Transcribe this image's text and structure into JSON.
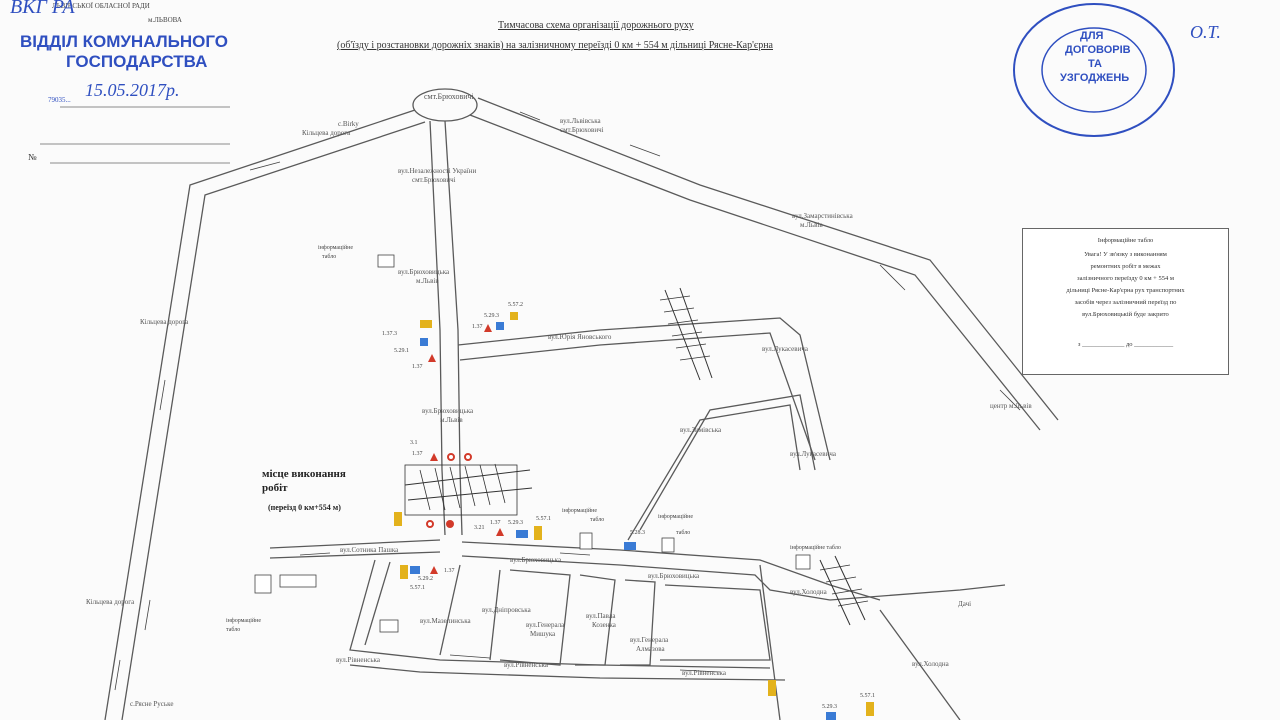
{
  "header": {
    "org_line1": "ЛЬВІВСЬКОЇ ОБЛАСНОЇ РАДИ",
    "org_line2": "м.ЛЬВОВА",
    "org_line3": "ВІДДІЛ КОМУНАЛЬНОГО",
    "org_line4": "ГОСПОДАРСТВА",
    "date_handwritten": "15.05.2017р.",
    "ref_line": "79035...",
    "number_label": "№ ",
    "handwritten_top": "ВКГ РА"
  },
  "title": {
    "line1": "Тимчасова схема організації дорожнього руху",
    "line2": "(об'їзду і розстановки дорожніх знаків) на залізничному переїзді 0 км + 554 м дільниці Рясне-Кар'єрна"
  },
  "stamp": {
    "center1": "ДЛЯ",
    "center2": "ДОГОВОРІВ",
    "center3": "ТА",
    "center4": "УЗГОДЖЕНЬ",
    "handwritten": "О.Т."
  },
  "streets": {
    "brukhovychi": "смт.Брюховичі",
    "birky": "с.Birky",
    "kiltseva_top": "Кільцева дорога",
    "nezalezhnosti": "вул.Незалежності України",
    "nezalezhnosti_sub": "смт.Брюховичі",
    "lvivska": "вул.Львівська",
    "lvivska_sub": "смт.Брюховичі",
    "brukhovytska_top": "вул.Брюховицька",
    "brukhovytska_top_sub": "м.Львів",
    "zamarstynivska": "вул.Замарстинівська",
    "zamarstynivska_sub": "м.Львів",
    "yuriya": "вул.Юрія Яновського",
    "lukasevycha": "вул.Лукасевича",
    "brukhovytska_mid": "вул.Брюховицька",
    "brukhovytska_mid_sub": "м.Львів",
    "zhovkivska": "вул.Зимівська",
    "lukasevycha2": "вул.Лукасевича",
    "kiltseva_left": "Кільцева дорога",
    "sotnyka": "вул.Сотника Пашка",
    "brukhovytska_low": "вул.Брюховицька",
    "brukhovytska_right": "вул.Брюховицька",
    "kholodna": "вул.Холодна",
    "dachi": "Дачі",
    "kholodna2": "вул.Холодна",
    "dnipovska": "вул.Дніпровська",
    "heneral": "вул.Генерала",
    "heneral_sub": "Мишука",
    "pavla": "вул.Павла",
    "pavla_sub": "Козенка",
    "heneral2": "вул.Генерала",
    "heneral2_sub": "Алмазова",
    "mazepynska": "вул.Мазепинська",
    "rivnenska_left": "вул.Рівненська",
    "rivnenska_mid": "вул.Рівненська",
    "rivnenska_right": "вул.Рівненська",
    "kiltseva_bottom": "Кільцева дорога",
    "riasne": "с.Рясне Руське",
    "tsentr": "центр м.Львів"
  },
  "labels": {
    "info_board_1": "інформаційне",
    "info_board_1b": "табло",
    "info_board_2": "інформаційне",
    "info_board_2b": "табло",
    "info_board_3": "інформаційне",
    "info_board_3b": "табло",
    "info_board_4": "інформаційне",
    "info_board_4b": "табло",
    "info_board_5": "інформаційне табло",
    "work_site_1": "місце виконання",
    "work_site_2": "робіт",
    "work_site_3": "(переїзд 0 км+554 м)"
  },
  "sign_codes": {
    "s1": "5.57.2",
    "s2": "5.29.3",
    "s3": "1.37",
    "s4": "1.37.3",
    "s5": "5.29.1",
    "s6": "1.37",
    "s7": "3.1",
    "s8": "1.37",
    "s9": "3.21",
    "s10": "1.37",
    "s11": "5.29.3",
    "s12": "5.57.1",
    "s13": "5.28.3",
    "s14": "5.29.2",
    "s15": "1.37",
    "s16": "5.57.1",
    "s17": "5.57.1",
    "s18": "5.29.3"
  },
  "info_board": {
    "title": "Інформаційне табло",
    "line1": "Увага! У зв'язку з виконанням",
    "line2": "ремонтних робіт в межах",
    "line3": "залізничного переїзду 0 км + 554 м",
    "line4": "дільниці Рясне-Кар'єрна рух транспортних",
    "line5": "засобів через залізничний переїзд по",
    "line6": "вул.Брюховицькій буде закрито",
    "line7": "з _____________ до ____________"
  },
  "colors": {
    "road": "#555555",
    "stamp_blue": "#2f4fc0",
    "sign_red": "#d23a2a",
    "sign_blue": "#3a7bd5",
    "sign_yellow": "#e3b21c"
  }
}
